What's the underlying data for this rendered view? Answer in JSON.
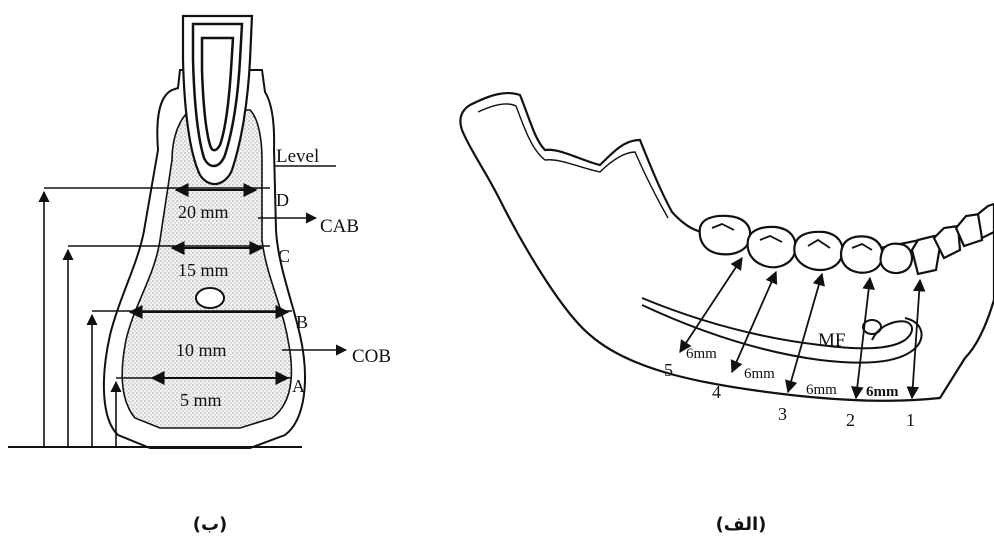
{
  "figure_b": {
    "caption": "(ب)",
    "level_title": "Level",
    "levels": [
      "D",
      "C",
      "B",
      "A"
    ],
    "widths": [
      "20 mm",
      "15 mm",
      "10 mm",
      "5 mm"
    ],
    "cab": "CAB",
    "cob": "COB"
  },
  "figure_a": {
    "caption": "(الف)",
    "mf": "MF",
    "distances": [
      "6mm",
      "6mm",
      "6mm",
      "6mm"
    ],
    "positions": [
      "1",
      "2",
      "3",
      "4",
      "5"
    ]
  }
}
